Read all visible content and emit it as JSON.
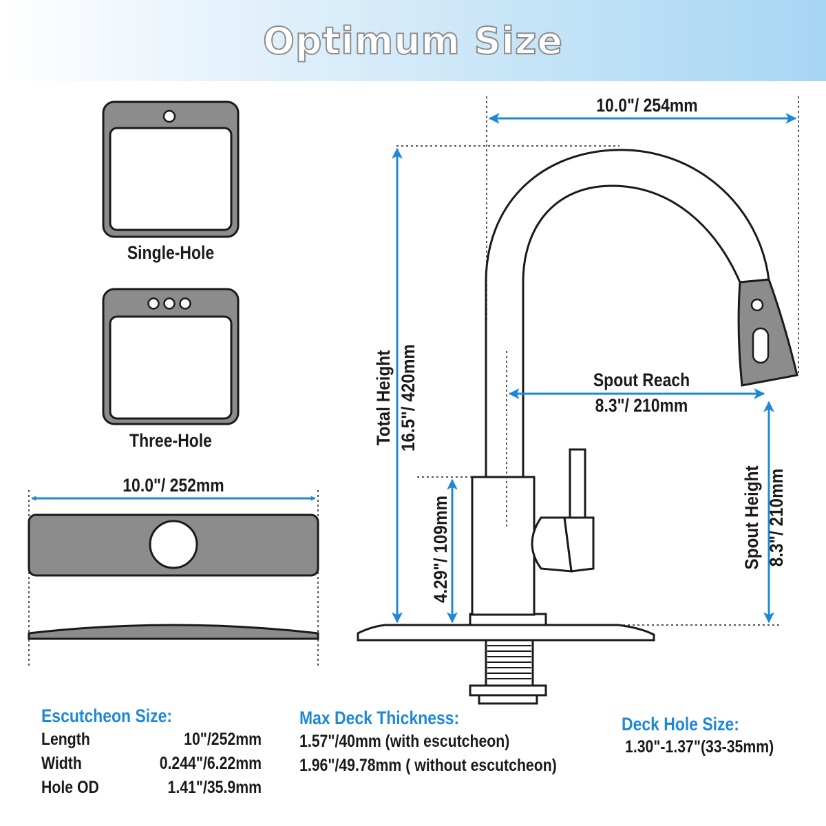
{
  "title": "Optimum Size",
  "sink_types": [
    {
      "label": "Single-Hole"
    },
    {
      "label": "Three-Hole"
    }
  ],
  "escutcheon_diagram": {
    "width_label": "10.0\"/ 252mm"
  },
  "faucet_dimensions": {
    "width": "10.0\"/ 254mm",
    "total_height_title": "Total Height",
    "total_height_value": "16.5\"/ 420mm",
    "base_height": "4.29\"/ 109mm",
    "spout_reach_title": "Spout Reach",
    "spout_reach_value": "8.3\"/ 210mm",
    "spout_height_title": "Spout Height",
    "spout_height_value": "8.3\"/ 210mm"
  },
  "escutcheon_size": {
    "heading": "Escutcheon Size:",
    "rows": [
      {
        "label": "Length",
        "value": "10\"/252mm"
      },
      {
        "label": "Width",
        "value": "0.244\"/6.22mm"
      },
      {
        "label": "Hole OD",
        "value": "1.41\"/35.9mm"
      }
    ]
  },
  "max_deck_thickness": {
    "heading": "Max Deck Thickness:",
    "lines": [
      "1.57\"/40mm (with escutcheon)",
      "1.96\"/49.78mm ( without escutcheon)"
    ]
  },
  "deck_hole_size": {
    "heading": "Deck Hole Size:",
    "value": "1.30\"-1.37\"(33-35mm)"
  },
  "colors": {
    "accent": "#1e88d8",
    "dimension_arrow": "#1e88d8",
    "outline": "#1a1a1a",
    "fill_gray": "#8c8c8c"
  }
}
